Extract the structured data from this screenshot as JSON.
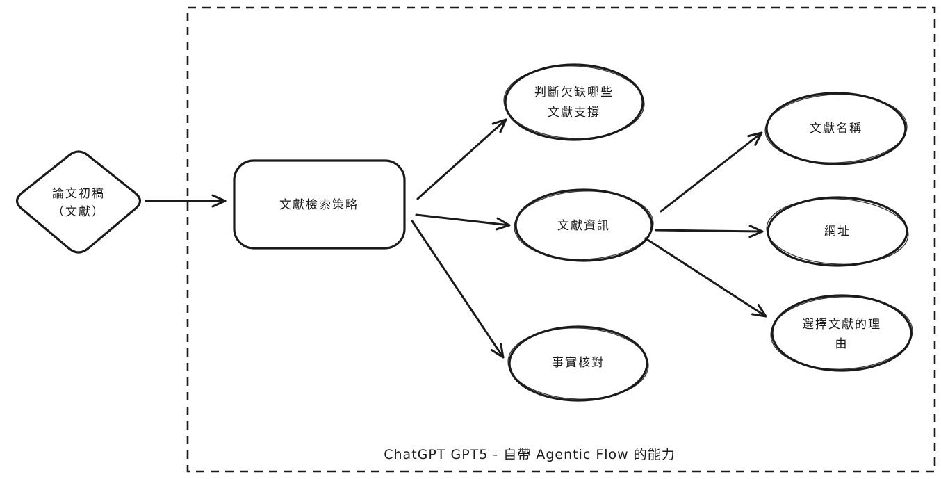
{
  "diagram": {
    "type": "flowchart",
    "style": "hand-drawn",
    "colors": {
      "stroke": "#1a1a1a",
      "background": "#ffffff"
    },
    "container_caption": "ChatGPT GPT5 - 自帶 Agentic Flow 的能力",
    "nodes": {
      "draft": {
        "shape": "diamond",
        "label": "論文初稿（文獻）",
        "lines": [
          "論文初稿",
          "（文獻）"
        ]
      },
      "strategy": {
        "shape": "rounded-rectangle",
        "label": "文獻檢索策略",
        "lines": [
          "文獻檢索策略"
        ]
      },
      "judge": {
        "shape": "ellipse",
        "label": "判斷欠缺哪些文獻支撐",
        "lines": [
          "判斷欠缺哪些",
          "文獻支撐"
        ]
      },
      "info": {
        "shape": "ellipse",
        "label": "文獻資訊",
        "lines": [
          "文獻資訊"
        ]
      },
      "factcheck": {
        "shape": "ellipse",
        "label": "事實核對",
        "lines": [
          "事實核對"
        ]
      },
      "name": {
        "shape": "ellipse",
        "label": "文獻名稱",
        "lines": [
          "文獻名稱"
        ]
      },
      "url": {
        "shape": "ellipse",
        "label": "網址",
        "lines": [
          "網址"
        ]
      },
      "reason": {
        "shape": "ellipse",
        "label": "選擇文獻的理由",
        "lines": [
          "選擇文獻的理",
          "由"
        ]
      }
    },
    "edges": [
      {
        "from": "draft",
        "to": "strategy"
      },
      {
        "from": "strategy",
        "to": "judge"
      },
      {
        "from": "strategy",
        "to": "info"
      },
      {
        "from": "strategy",
        "to": "factcheck"
      },
      {
        "from": "info",
        "to": "name"
      },
      {
        "from": "info",
        "to": "url"
      },
      {
        "from": "info",
        "to": "reason"
      }
    ]
  }
}
